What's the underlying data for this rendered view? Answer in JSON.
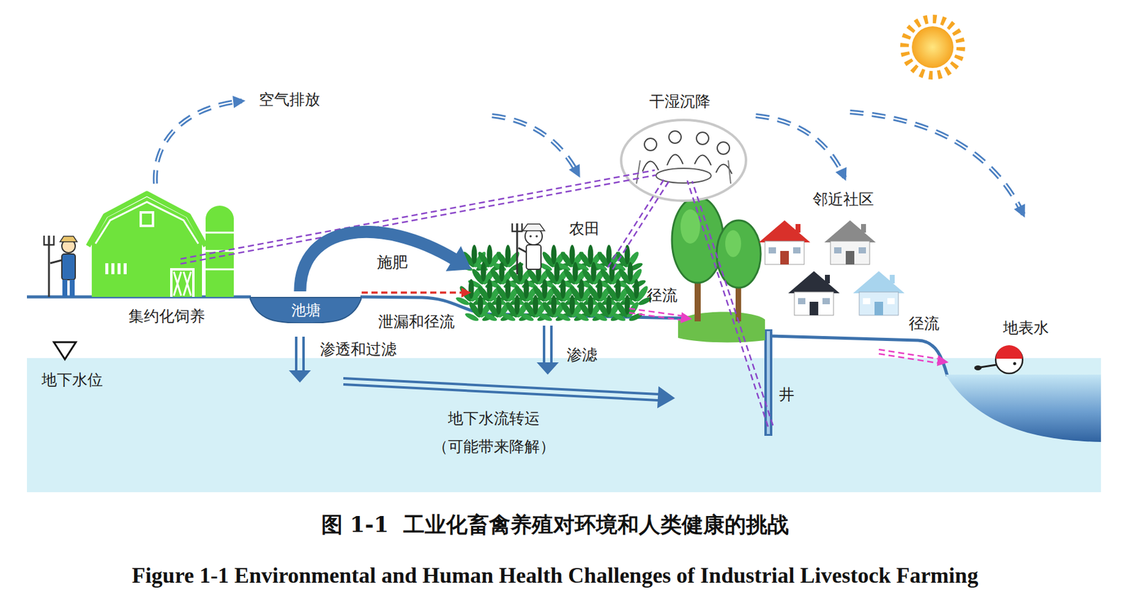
{
  "diagram": {
    "caption": "图 1-1  工业化畜禽养殖对环境和人类健康的挑战",
    "nodes": [
      {
        "text": [
          "池塘"
        ]
      },
      {
        "text": [
          "农田"
        ]
      }
    ],
    "edges": [
      {
        "from": 0,
        "to": 1,
        "arrow": "to",
        "label": "施肥"
      },
      {
        "from": 0,
        "to": 1,
        "arrow": "to",
        "label": "泄漏和径流"
      }
    ],
    "labels": [
      "空气排放",
      "干湿沉降",
      "邻近社区",
      "集约化饲养",
      "径流",
      "渗透和过滤",
      "渗滤",
      "地下水位",
      "井",
      "径流",
      "地表水",
      "地下水流转运",
      "（可能带来降解）",
      "Figure 1-1 Environmental and Human Health Challenges of Industrial Livestock Farming"
    ]
  }
}
